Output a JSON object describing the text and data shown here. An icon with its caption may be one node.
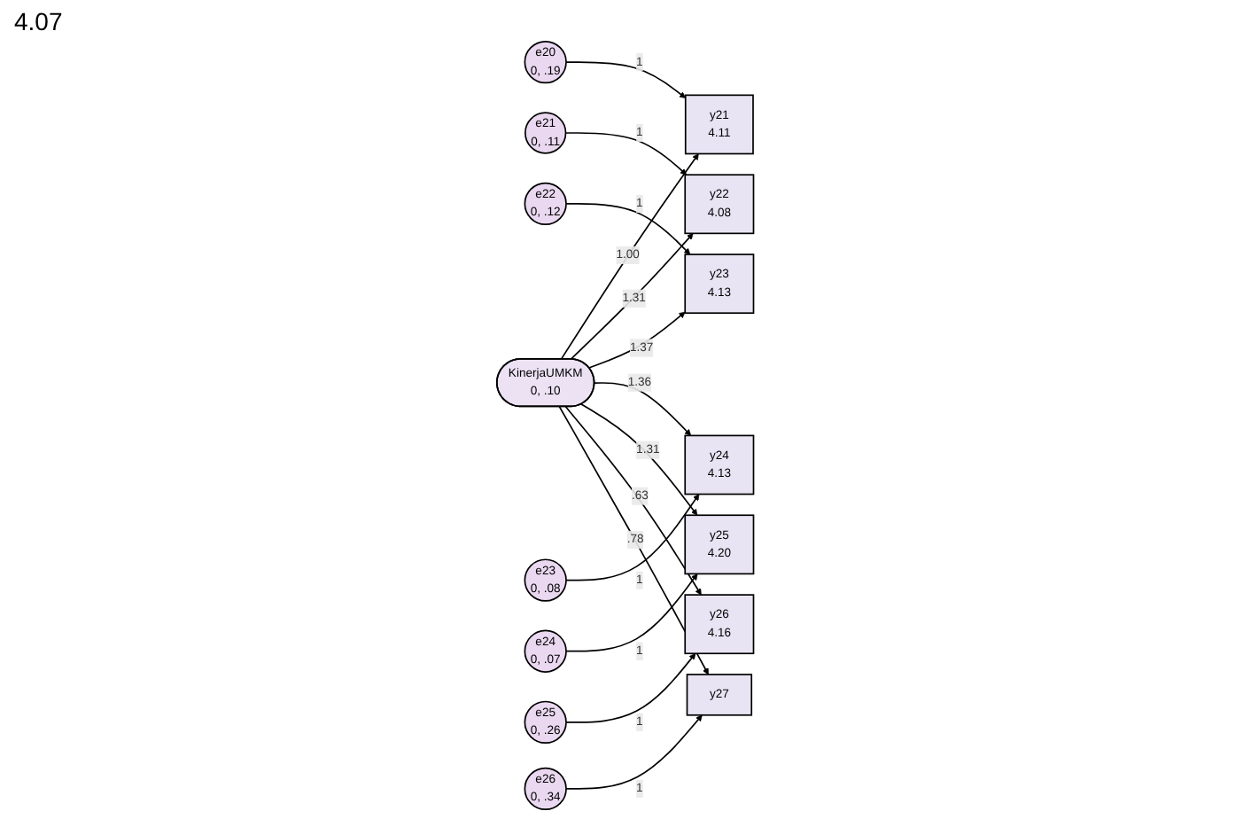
{
  "diagram": {
    "nodes": [
      {
        "text": [
          "KinerjaUMKM",
          "0, .10"
        ]
      },
      {
        "text": [
          "y21",
          "4.11"
        ]
      },
      {
        "text": [
          "y22",
          "4.08"
        ]
      },
      {
        "text": [
          "y23",
          "4.13"
        ]
      },
      {
        "text": [
          "y24",
          "4.13"
        ]
      },
      {
        "text": [
          "y25",
          "4.20"
        ]
      },
      {
        "text": [
          "y26",
          "4.16"
        ]
      },
      {
        "text": [
          "y27"
        ]
      },
      {
        "text": [
          "e20",
          "0, .19"
        ]
      },
      {
        "text": [
          "e21",
          "0, .11"
        ]
      },
      {
        "text": [
          "e22",
          "0, .12"
        ]
      },
      {
        "text": [
          "e23",
          "0, .08"
        ]
      },
      {
        "text": [
          "e24",
          "0, .07"
        ]
      },
      {
        "text": [
          "e25",
          "0, .26"
        ]
      },
      {
        "text": [
          "e26",
          "0, .34"
        ]
      }
    ],
    "edges": [
      {
        "from": 0,
        "to": 1,
        "arrow": "to",
        "label": "1.00"
      },
      {
        "from": 0,
        "to": 2,
        "arrow": "to",
        "label": "1.31"
      },
      {
        "from": 0,
        "to": 3,
        "arrow": "to",
        "label": "1.37"
      },
      {
        "from": 0,
        "to": 4,
        "arrow": "to",
        "label": "1.36"
      },
      {
        "from": 0,
        "to": 5,
        "arrow": "to",
        "label": "1.31"
      },
      {
        "from": 0,
        "to": 6,
        "arrow": "to",
        "label": ".63"
      },
      {
        "from": 0,
        "to": 7,
        "arrow": "to",
        "label": ".78"
      },
      {
        "from": 8,
        "to": 1,
        "arrow": "to",
        "label": "1"
      },
      {
        "from": 9,
        "to": 2,
        "arrow": "to",
        "label": "1"
      },
      {
        "from": 10,
        "to": 3,
        "arrow": "to",
        "label": "1"
      },
      {
        "from": 11,
        "to": 4,
        "arrow": "to",
        "label": "1"
      },
      {
        "from": 12,
        "to": 5,
        "arrow": "to",
        "label": "1"
      },
      {
        "from": 13,
        "to": 6,
        "arrow": "to",
        "label": "1"
      },
      {
        "from": 14,
        "to": 7,
        "arrow": "to",
        "label": "1"
      }
    ],
    "labels": [
      "4.07"
    ]
  }
}
